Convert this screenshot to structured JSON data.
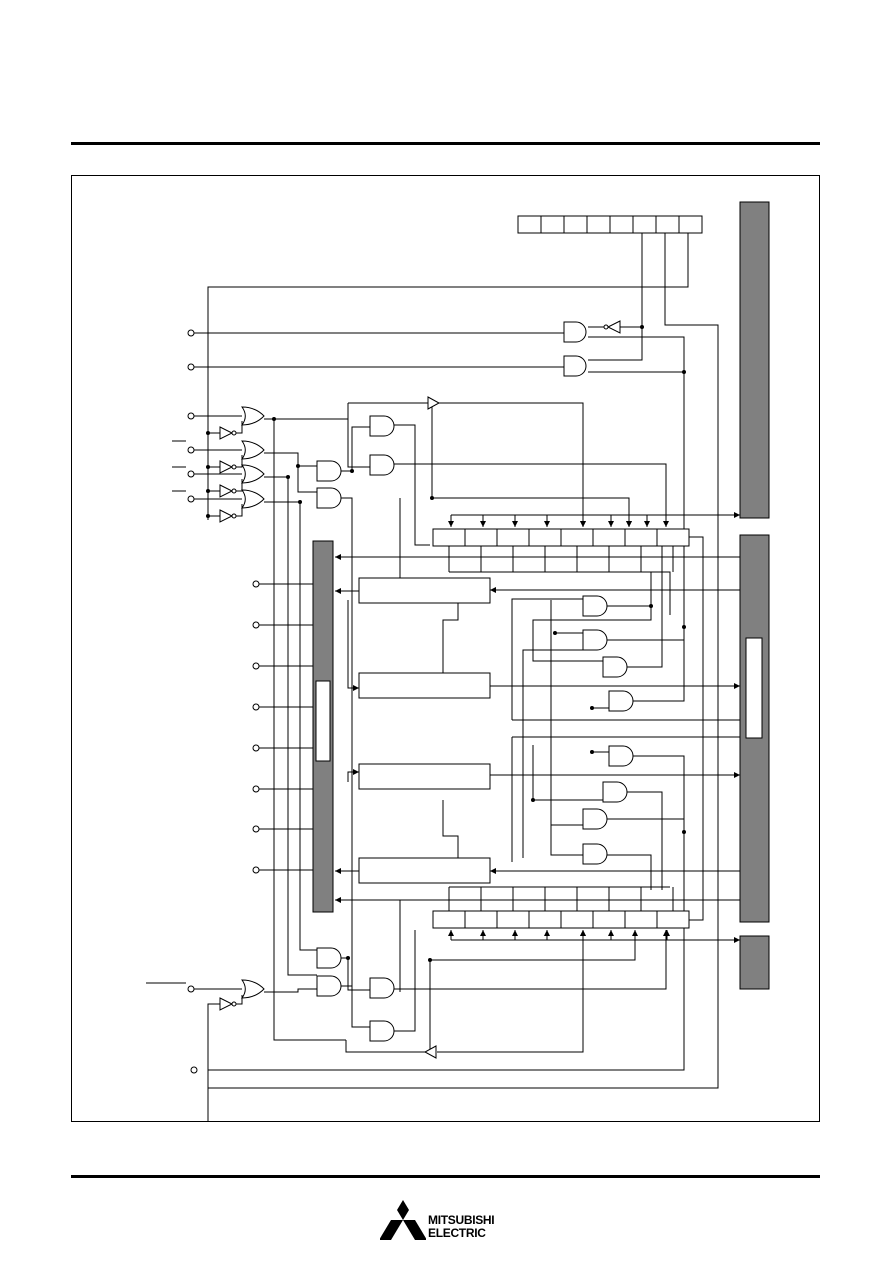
{
  "page": {
    "brand": {
      "line1": "MITSUBISHI",
      "line2": "ELECTRIC",
      "logo_icon": "three-diamonds-icon"
    }
  },
  "diagram": {
    "colors": {
      "line": "#000000",
      "bus_fill": "#808080",
      "background": "#ffffff"
    },
    "register_cells": 8,
    "io_latch_cells": 8
  }
}
